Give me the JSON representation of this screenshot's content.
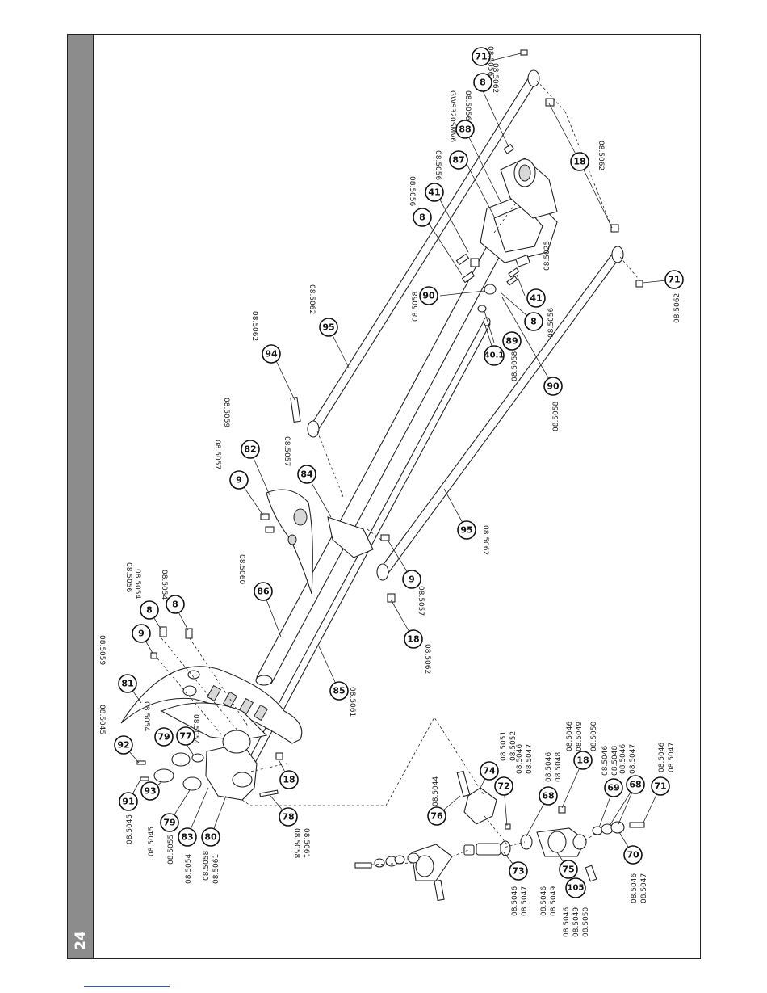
{
  "page": {
    "number": "24"
  },
  "callouts": {
    "c71a": "71",
    "c8a": "8",
    "c88": "88",
    "c87": "87",
    "c41a": "41",
    "c8b": "8",
    "c18a": "18",
    "c71b": "71",
    "c90a": "90",
    "c41b": "41",
    "c8c": "8",
    "c89": "89",
    "c401": "40.1",
    "c90b": "90",
    "c95a": "95",
    "c94": "94",
    "c82": "82",
    "c9a": "9",
    "c84": "84",
    "c95b": "95",
    "c9b": "9",
    "c86": "86",
    "c18b": "18",
    "c8d": "8",
    "c8e": "8",
    "c9c": "9",
    "c81": "81",
    "c85": "85",
    "c92": "92",
    "c79a": "79",
    "c77": "77",
    "c18c": "18",
    "c91": "91",
    "c93": "93",
    "c79b": "79",
    "c83": "83",
    "c80": "80",
    "c78": "78",
    "c76": "76",
    "c74": "74",
    "c72": "72",
    "c18d": "18",
    "c68a": "68",
    "c73": "73",
    "c75": "75",
    "c105": "105",
    "c69": "69",
    "c68b": "68",
    "c71c": "71",
    "c70": "70"
  },
  "part_numbers": {
    "p1": "08.5056",
    "p2": "08.5062",
    "p3": "08.5056",
    "p4": "GWS320SMV6",
    "p5": "08.5056",
    "p6": "08.5056",
    "p7": "08.5062",
    "p8": "08.5025",
    "p9": "08.5056",
    "p10": "08.5062",
    "p11": "08.5058",
    "p12": "08.5058",
    "p13": "08.5058",
    "p14": "08.5062",
    "p15": "08.5062",
    "p16": "08.5059",
    "p17": "08.5057",
    "p18": "08.5057",
    "p19": "08.5060",
    "p20": "08.5062",
    "p21": "08.5057",
    "p22": "08.5062",
    "p23": "08.5056",
    "p24": "08.5054",
    "p25": "08.5059",
    "p26": "08.5061",
    "p27": "08.5045",
    "p28": "08.5054",
    "p29": "08.5054",
    "p30": "08.5054",
    "p31": "08.5045",
    "p32": "08.5045",
    "p33": "08.5055",
    "p34": "08.5054",
    "p35": "08.5058",
    "p36": "08.5061",
    "p37": "08.5058",
    "p38": "08.5061",
    "p39": "08.5044",
    "p40": "08.5051",
    "p41": "08.5052",
    "p42": "08.5046",
    "p43": "08.5047",
    "p44": "08.5046",
    "p45": "08.5048",
    "p46": "08.5046",
    "p47": "08.5049",
    "p48": "08.5050",
    "p49": "08.5046",
    "p50": "08.5047",
    "p51": "08.5046",
    "p52": "08.5049",
    "p53": "08.5046",
    "p54": "08.5049",
    "p55": "08.5050",
    "p56": "08.5046",
    "p57": "08.5048",
    "p58": "08.5046",
    "p59": "08.5047",
    "p60": "08.5046",
    "p61": "08.5047",
    "p62": "08.5046",
    "p63": "08.5047"
  }
}
